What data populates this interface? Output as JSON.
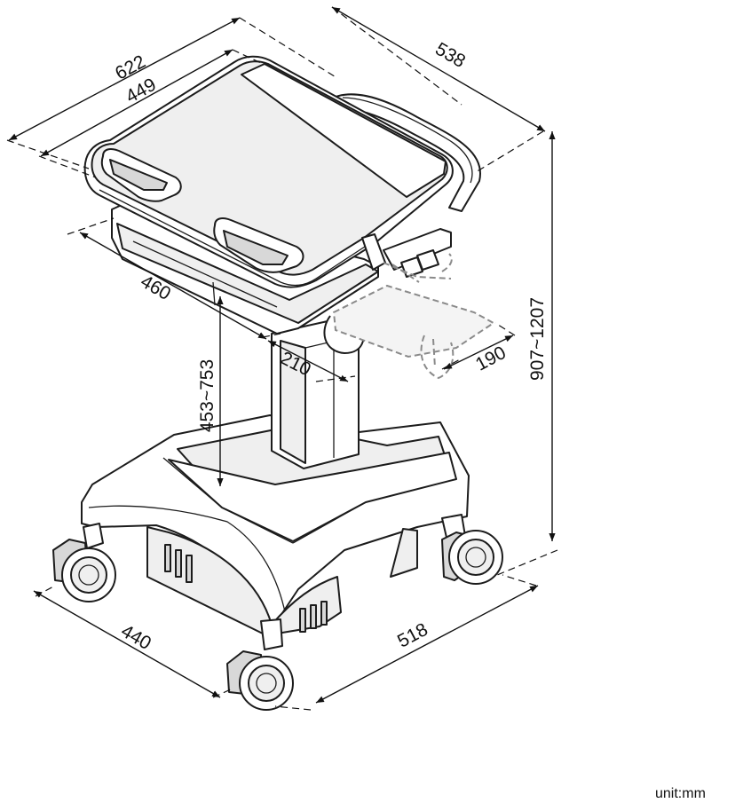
{
  "dimensions": {
    "overall_width": "622",
    "top_width": "449",
    "overall_depth": "538",
    "overall_height": "907~1207",
    "tray_width": "460",
    "column_offset": "210",
    "keyboard_depth": "190",
    "tray_height": "453~753",
    "base_width": "440",
    "base_depth": "518"
  },
  "unit": "unit:mm"
}
